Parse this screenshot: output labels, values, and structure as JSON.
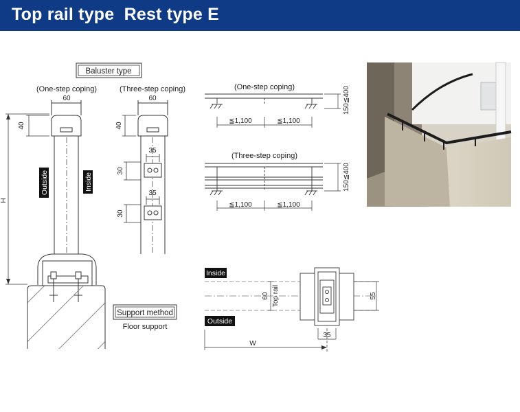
{
  "header": {
    "title": "Top rail type  Rest type E",
    "background": "#0e3a86"
  },
  "baluster": {
    "box_label": "Baluster type",
    "one_step_label": "(One-step coping)",
    "three_step_label": "(Three-step coping)",
    "dim_width": "60",
    "dim_cap": "40",
    "dim_height": "H",
    "outside": "Outside",
    "inside": "Inside",
    "dim_35": "35",
    "dim_30": "30"
  },
  "elevation": {
    "one_step_label": "(One-step coping)",
    "three_step_label": "(Three-step coping)",
    "span": "≦1,100",
    "height_range": "150≦400"
  },
  "support": {
    "box_label": "Support method",
    "floor": "Floor support"
  },
  "plan": {
    "inside": "Inside",
    "outside": "Outside",
    "dim_60": "60",
    "top_rail": "Top rail",
    "dim_55": "55",
    "dim_35": "35",
    "dim_w": "W"
  },
  "photo": {
    "description_icon": "balcony-photo-icon"
  }
}
